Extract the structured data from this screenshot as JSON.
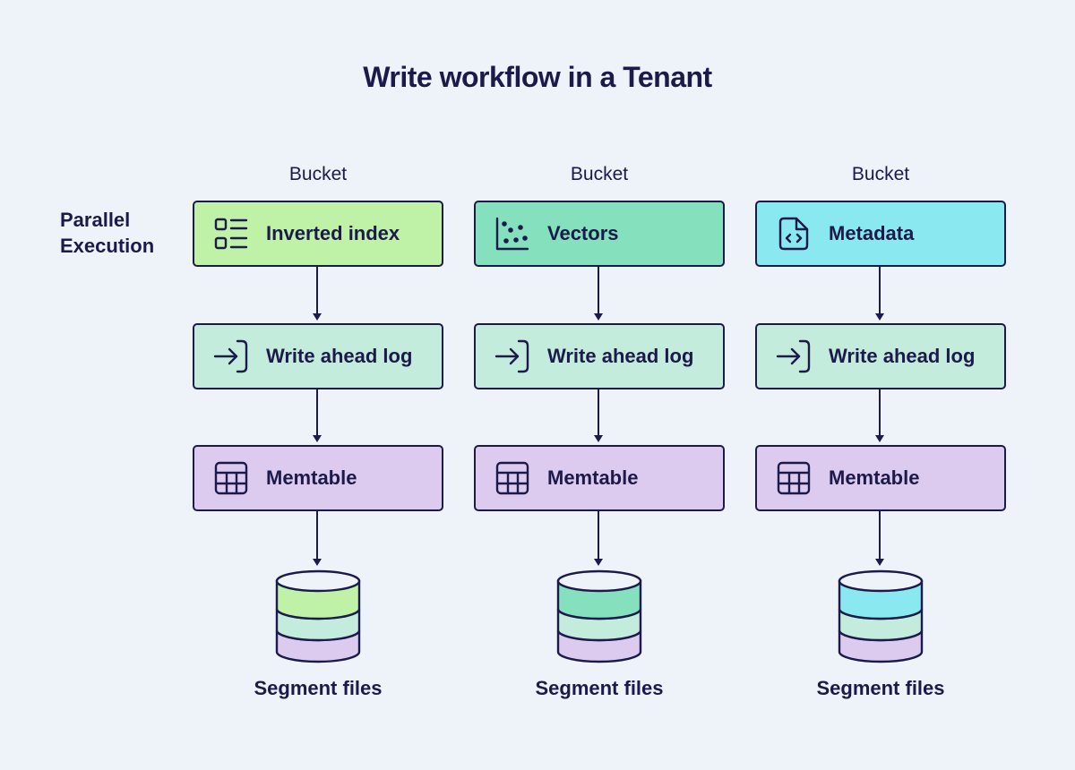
{
  "title": "Write workflow in a Tenant",
  "side_label": "Parallel Execution",
  "colors": {
    "background": "#edf3f8",
    "ink": "#1b1a4a",
    "inverted_index": "#bff2a7",
    "vectors": "#84e0bd",
    "metadata": "#8ae8f0",
    "write_ahead_log": "#c4ecdd",
    "memtable": "#dccbee"
  },
  "columns": [
    {
      "bucket_label": "Bucket",
      "top_box": {
        "label": "Inverted index",
        "icon": "list-icon",
        "color": "#bff2a7"
      },
      "wal_box": {
        "label": "Write ahead log",
        "icon": "log-in-icon"
      },
      "mem_box": {
        "label": "Memtable",
        "icon": "table-icon"
      },
      "segment_label": "Segment files"
    },
    {
      "bucket_label": "Bucket",
      "top_box": {
        "label": "Vectors",
        "icon": "scatter-chart-icon",
        "color": "#84e0bd"
      },
      "wal_box": {
        "label": "Write ahead log",
        "icon": "log-in-icon"
      },
      "mem_box": {
        "label": "Memtable",
        "icon": "table-icon"
      },
      "segment_label": "Segment files"
    },
    {
      "bucket_label": "Bucket",
      "top_box": {
        "label": "Metadata",
        "icon": "code-file-icon",
        "color": "#8ae8f0"
      },
      "wal_box": {
        "label": "Write ahead log",
        "icon": "log-in-icon"
      },
      "mem_box": {
        "label": "Memtable",
        "icon": "table-icon"
      },
      "segment_label": "Segment files"
    }
  ]
}
